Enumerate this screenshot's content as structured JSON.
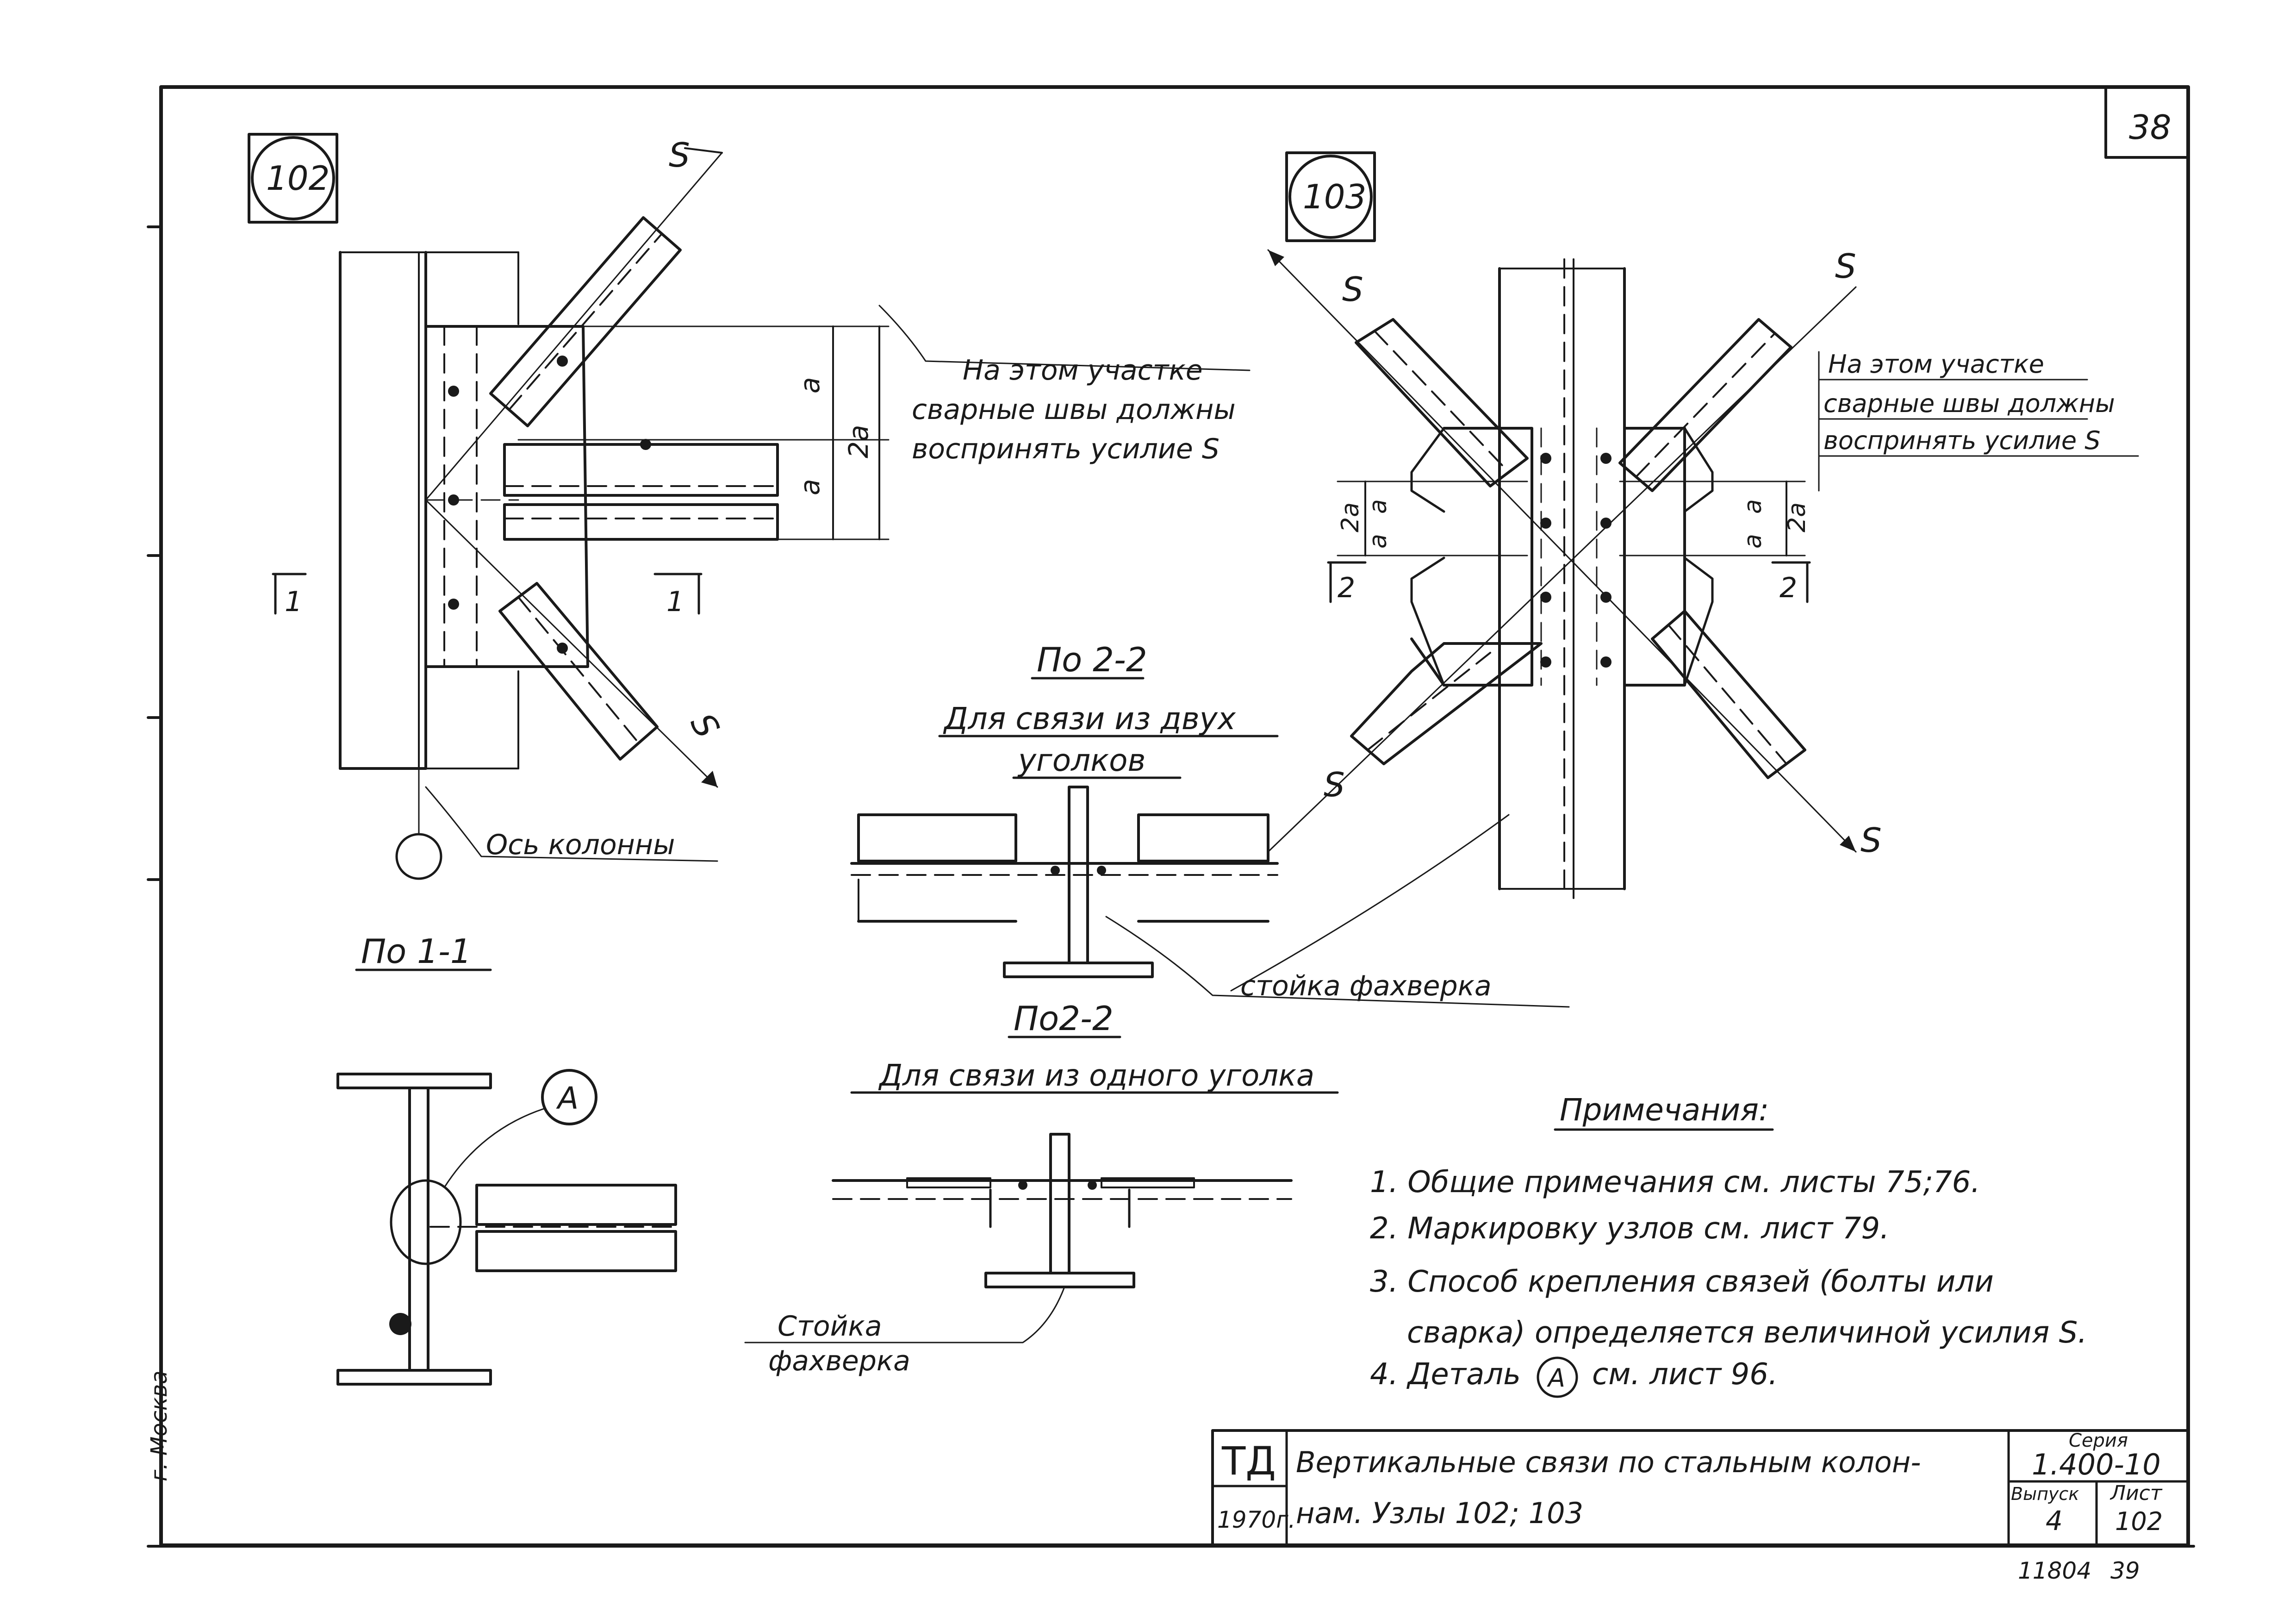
{
  "sheet": {
    "number": "38",
    "city": "г. Москва",
    "bottom_right_a": "11804",
    "bottom_right_b": "39"
  },
  "node102": {
    "badge": "102",
    "force": "S",
    "dim_a": "a",
    "dim_2a": "2a",
    "section_mark": "1",
    "callout": [
      "На этом участке",
      "сварные швы должны",
      "воспринять усилие S"
    ],
    "axis_label": "Ось колонны"
  },
  "node103": {
    "badge": "103",
    "force": "S",
    "dim_a": "a",
    "dim_2a": "2a",
    "section_mark": "2",
    "callout": [
      "На этом участке",
      "сварные швы должны",
      "воспринять усилие S"
    ]
  },
  "section_1_1": {
    "title": "По 1-1",
    "detail": "A"
  },
  "section_2_2_two": {
    "title": "По 2-2",
    "subtitle": [
      "Для связи из двух",
      "уголков"
    ]
  },
  "section_2_2_one": {
    "title": "По2-2",
    "subtitle": "Для связи из одного уголка"
  },
  "post_label_main": "стойка фахверка",
  "post_label_small": [
    "Стойка",
    "фахверка"
  ],
  "notes": {
    "heading": "Примечания:",
    "items": [
      "1. Общие примечания см. листы 75;76.",
      "2. Маркировку узлов см. лист 79.",
      "3. Способ крепления связей (болты или",
      "сварка) определяется величиной усилия S.",
      "4. Деталь",
      "см. лист 96."
    ],
    "detail_ref": "A"
  },
  "title_block": {
    "org": "ТД",
    "year": "1970г.",
    "title_1": "Вертикальные связи по стальным колон-",
    "title_2": "нам. Узлы 102; 103",
    "series_label": "Серия",
    "series": "1.400-10",
    "issue_label": "Выпуск",
    "issue": "4",
    "sheet_label": "Лист",
    "sheet": "102"
  }
}
